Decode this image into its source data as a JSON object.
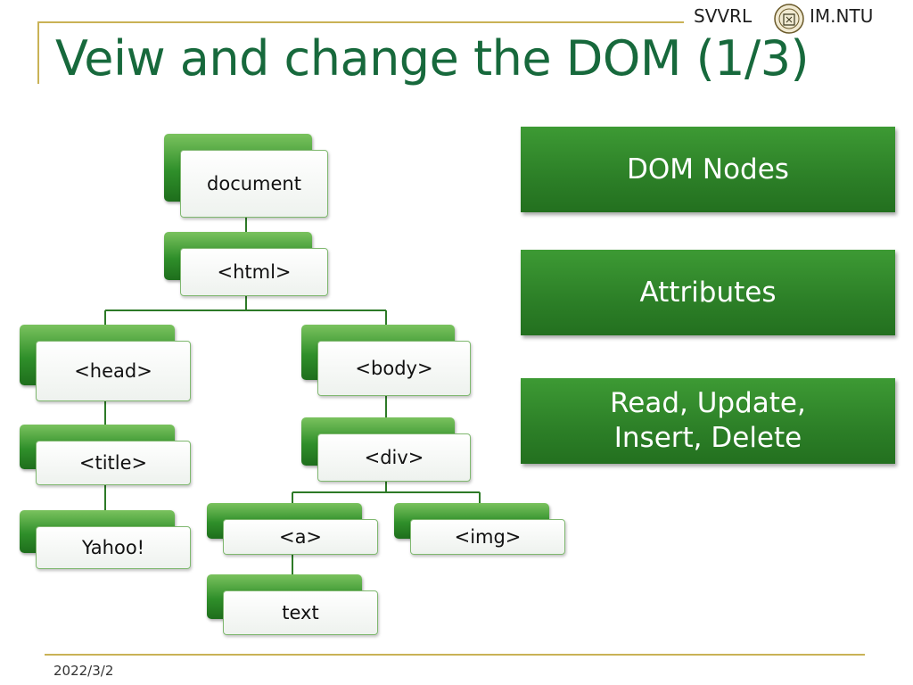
{
  "header": {
    "org_left": "SVVRL",
    "org_right": "IM.NTU",
    "seal_icon": "university-seal-icon",
    "title": "Veiw and change the DOM (1/3)"
  },
  "tree": {
    "nodes": [
      {
        "id": "document",
        "label": "document"
      },
      {
        "id": "html",
        "label": "<html>"
      },
      {
        "id": "head",
        "label": "<head>"
      },
      {
        "id": "body",
        "label": "<body>"
      },
      {
        "id": "title",
        "label": "<title>"
      },
      {
        "id": "div",
        "label": "<div>"
      },
      {
        "id": "yahoo",
        "label": "Yahoo!"
      },
      {
        "id": "a",
        "label": "<a>"
      },
      {
        "id": "img",
        "label": "<img>"
      },
      {
        "id": "text",
        "label": "text"
      }
    ],
    "edges": [
      [
        "document",
        "html"
      ],
      [
        "html",
        "head"
      ],
      [
        "html",
        "body"
      ],
      [
        "head",
        "title"
      ],
      [
        "title",
        "yahoo"
      ],
      [
        "body",
        "div"
      ],
      [
        "div",
        "a"
      ],
      [
        "div",
        "img"
      ],
      [
        "a",
        "text"
      ]
    ]
  },
  "boxes": [
    {
      "label": "DOM Nodes"
    },
    {
      "label": "Attributes"
    },
    {
      "label": "Read, Update,\nInsert, Delete"
    }
  ],
  "colors": {
    "title": "#17693c",
    "accent_line": "#c9b256",
    "box_green": "#2c7f27",
    "connector": "#2d7a27"
  },
  "footer": {
    "date": "2022/3/2"
  }
}
